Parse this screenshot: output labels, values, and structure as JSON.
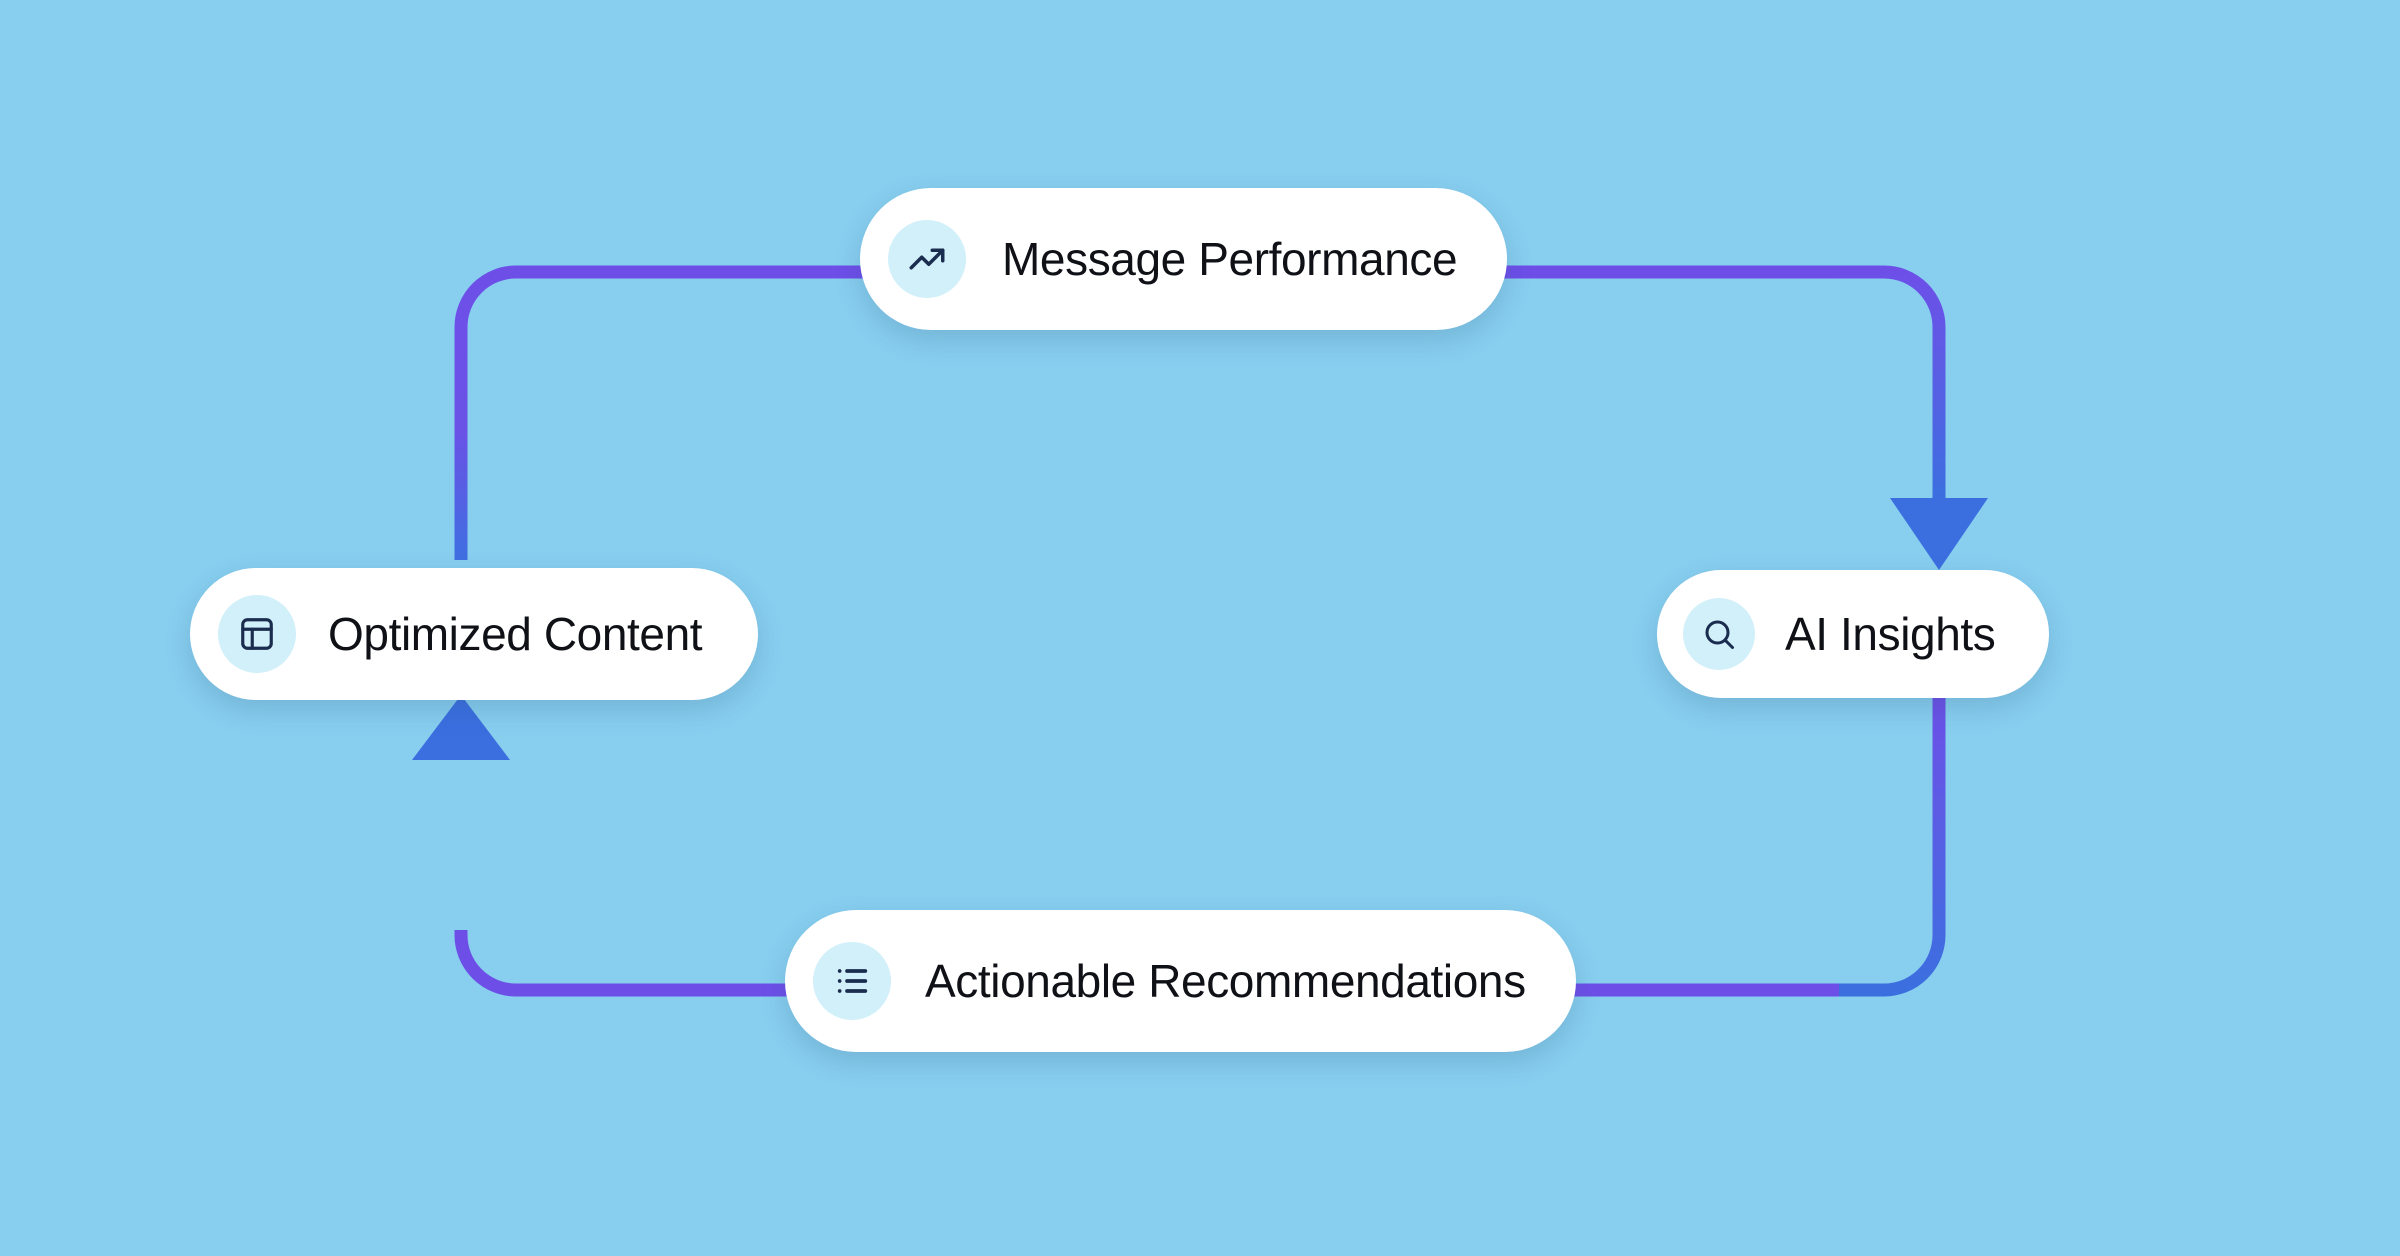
{
  "diagram": {
    "type": "cycle-flow",
    "title": "",
    "background_color": "#87ceef",
    "track": {
      "stroke_color_primary": "#6d4fe8",
      "stroke_color_secondary": "#3b6fe0",
      "stroke_width": 13,
      "corner_radius": 55
    },
    "nodes": [
      {
        "id": "message-performance",
        "label": "Message Performance",
        "icon": "trending-up-icon",
        "position": "top",
        "icon_bg_color": "#d2f0fa",
        "icon_color": "#1b2d4f",
        "card_color": "#ffffff",
        "text_color": "#0f1116"
      },
      {
        "id": "ai-insights",
        "label": "AI Insights",
        "icon": "search-icon",
        "position": "right",
        "icon_bg_color": "#d2f0fa",
        "icon_color": "#1b2d4f",
        "card_color": "#ffffff",
        "text_color": "#0f1116"
      },
      {
        "id": "actionable-recommendations",
        "label": "Actionable Recommendations",
        "icon": "list-icon",
        "position": "bottom",
        "icon_bg_color": "#d2f0fa",
        "icon_color": "#1b2d4f",
        "card_color": "#ffffff",
        "text_color": "#0f1116"
      },
      {
        "id": "optimized-content",
        "label": "Optimized Content",
        "icon": "layout-panels-icon",
        "position": "left",
        "icon_bg_color": "#d2f0fa",
        "icon_color": "#1b2d4f",
        "card_color": "#ffffff",
        "text_color": "#0f1116"
      }
    ],
    "arrows": [
      {
        "id": "arrow-to-ai-insights",
        "direction": "down",
        "target": "ai-insights",
        "color": "#3b6fe0"
      },
      {
        "id": "arrow-to-optimized-content",
        "direction": "up",
        "target": "optimized-content",
        "color": "#3b6fe0"
      }
    ]
  }
}
